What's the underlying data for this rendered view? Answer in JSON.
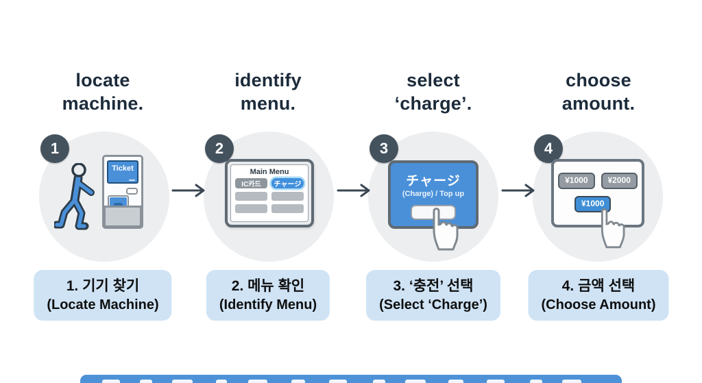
{
  "colors": {
    "background": "#ffffff",
    "heading_text": "#1c2b3b",
    "circle_bg": "#eceef0",
    "badge_bg": "#44525e",
    "accent_blue": "#4a90d9",
    "caption_bg": "#cfe3f5",
    "arrow": "#394652",
    "banner_blue": "#4d92d7"
  },
  "steps": [
    {
      "number": "1",
      "heading_line1": "locate",
      "heading_line2": "machine.",
      "caption_line1": "1. 기기 찾기",
      "caption_line2": "(Locate Machine)",
      "illustration": {
        "machine_screen_label": "Ticket"
      }
    },
    {
      "number": "2",
      "heading_line1": "identify",
      "heading_line2": "menu.",
      "caption_line1": "2. 메뉴 확인",
      "caption_line2": "(Identify Menu)",
      "illustration": {
        "menu_title": "Main Menu",
        "button_ic_card": "IC카드",
        "button_charge": "チャージ"
      }
    },
    {
      "number": "3",
      "heading_line1": "select",
      "heading_line2": "‘charge’.",
      "caption_line1": "3. ‘충전’ 선택",
      "caption_line2": "(Select ‘Charge’)",
      "illustration": {
        "screen_title": "チャージ",
        "screen_subtitle": "(Charge) / Top up"
      }
    },
    {
      "number": "4",
      "heading_line1": "choose",
      "heading_line2": "amount.",
      "caption_line1": "4. 금액 선택",
      "caption_line2": "(Choose Amount)",
      "illustration": {
        "button_amount_1": "¥1000",
        "button_amount_2": "¥2000",
        "button_amount_selected": "¥1000"
      }
    }
  ]
}
